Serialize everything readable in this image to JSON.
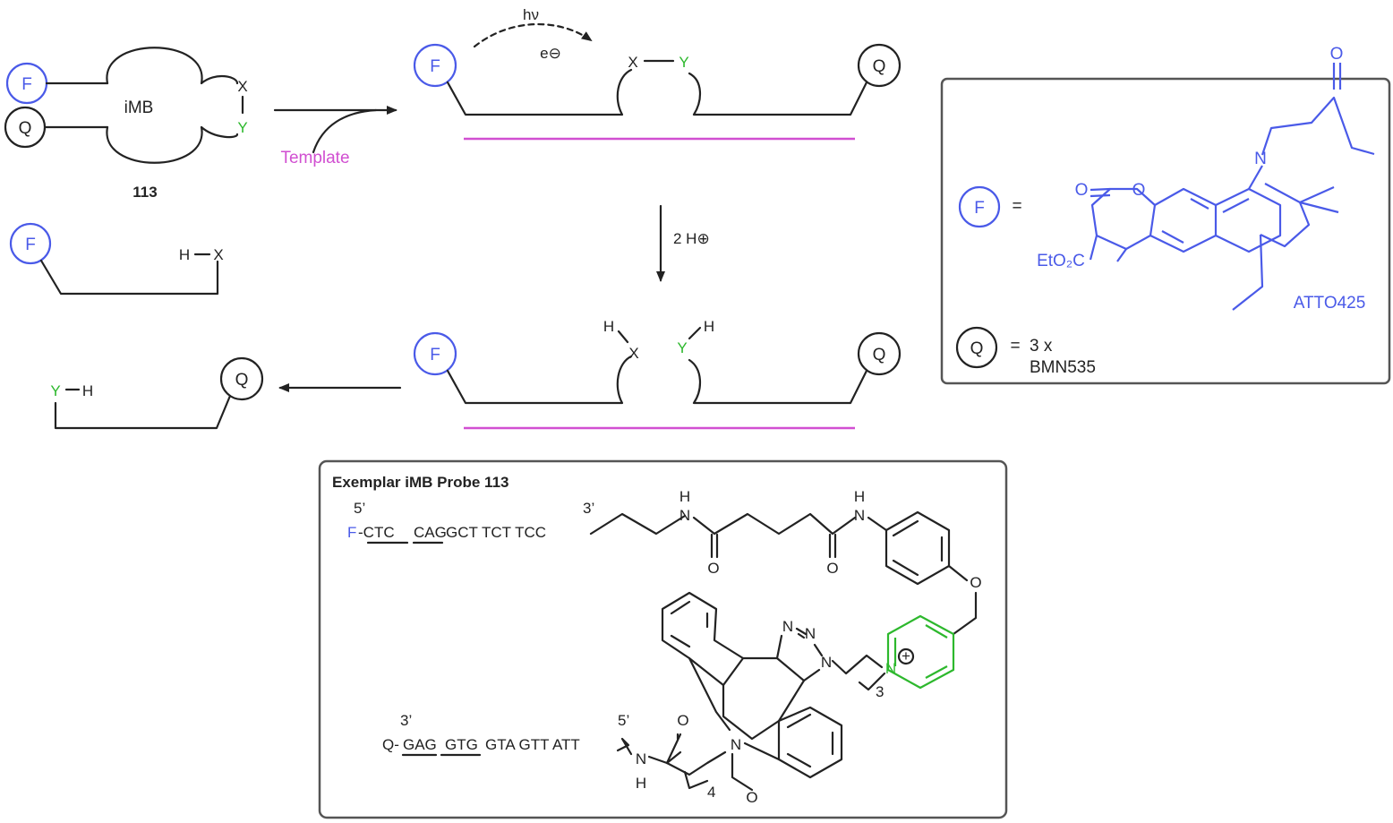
{
  "labels": {
    "f": "F",
    "q": "Q",
    "imb": "iMB",
    "x": "X",
    "y": "Y",
    "h": "H",
    "compound": "113",
    "template": "Template",
    "hv": "hν",
    "electron": "e⊖",
    "protons": "2 H⊕",
    "equals": "=",
    "q_value": "3 x",
    "q_name": "BMN535",
    "dye_name": "ATTO425",
    "o": "O",
    "n": "N",
    "eto2c": "EtO₂C"
  },
  "exemplar": {
    "title": "Exemplar iMB Probe 113",
    "top_5prime": "5’",
    "top_3prime": "3’",
    "top_f": "F",
    "top_seq1": "-CTC",
    "top_seq2": "CAG",
    "top_seq3": "GCT TCT TCC",
    "bot_3prime": "3’",
    "bot_5prime": "5’",
    "bot_q": "Q-",
    "bot_seq1": "GAG",
    "bot_seq2": "GTG",
    "bot_seq3": "GTA GTT ATT",
    "h": "H",
    "n": "N",
    "o": "O",
    "sub3": "3",
    "sub4": "4",
    "plus": "+"
  },
  "colors": {
    "fluorophore": "#4a5ae8",
    "y_atom": "#2db82d",
    "template": "#d14fd1",
    "ink": "#222222"
  },
  "icons": {
    "fluorophore": "circle-F-icon",
    "quencher": "circle-Q-icon"
  }
}
